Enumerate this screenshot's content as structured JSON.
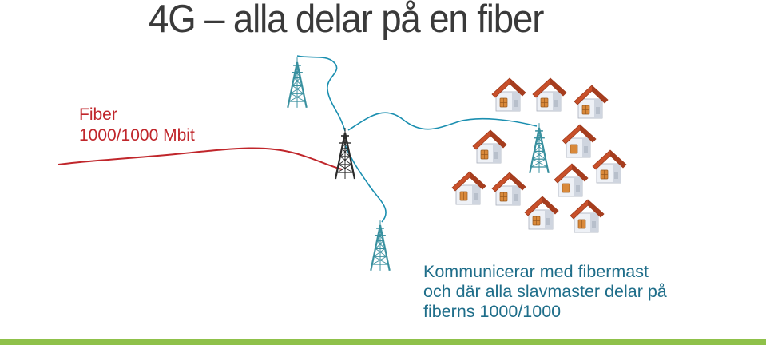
{
  "title": "4G – alla delar på en fiber",
  "fiber_label": {
    "line1": "Fiber",
    "line2": "1000/1000 Mbit"
  },
  "caption": {
    "line1": "Kommunicerar med fibermast",
    "line2": "och där alla slavmaster delar på",
    "line3": "fiberns 1000/1000"
  },
  "colors": {
    "title_text": "#3a3a3a",
    "fiber_red": "#c0262b",
    "radio_link_teal": "#1b8fb0",
    "caption_teal": "#1f6e8a",
    "slave_tower": "#39909f",
    "fiber_mast": "#2b2b2b",
    "roof": "#c8502a",
    "footer_green": "#8fc14a"
  },
  "icons": [
    "radio-tower-icon",
    "fiber-mast-icon",
    "house-icon"
  ]
}
